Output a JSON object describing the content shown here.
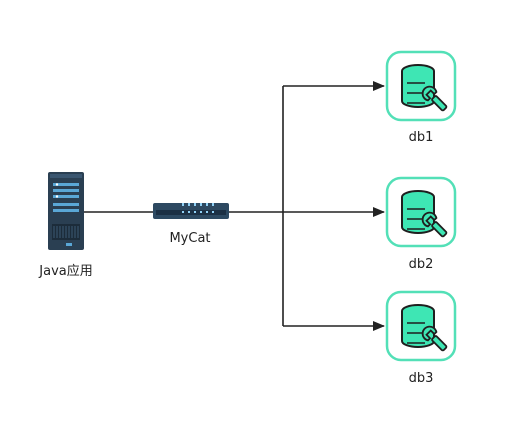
{
  "nodes": {
    "app": {
      "label": "Java应用",
      "icon": "server-rack-icon"
    },
    "proxy": {
      "label": "MyCat",
      "icon": "network-switch-icon"
    },
    "databases": [
      {
        "label": "db1",
        "icon": "database-wrench-icon"
      },
      {
        "label": "db2",
        "icon": "database-wrench-icon"
      },
      {
        "label": "db3",
        "icon": "database-wrench-icon"
      }
    ]
  },
  "edges": [
    {
      "from": "Java应用",
      "to": "MyCat",
      "arrow": false
    },
    {
      "from": "MyCat",
      "to": "db1",
      "arrow": true
    },
    {
      "from": "MyCat",
      "to": "db2",
      "arrow": true
    },
    {
      "from": "MyCat",
      "to": "db3",
      "arrow": true
    }
  ],
  "colors": {
    "line": "#222222",
    "db_accent": "#3ee6b4",
    "db_border": "#53e0b7",
    "server_body": "#2a3f52",
    "server_stripe": "#5aa7d6",
    "switch_body": "#2d4961"
  }
}
